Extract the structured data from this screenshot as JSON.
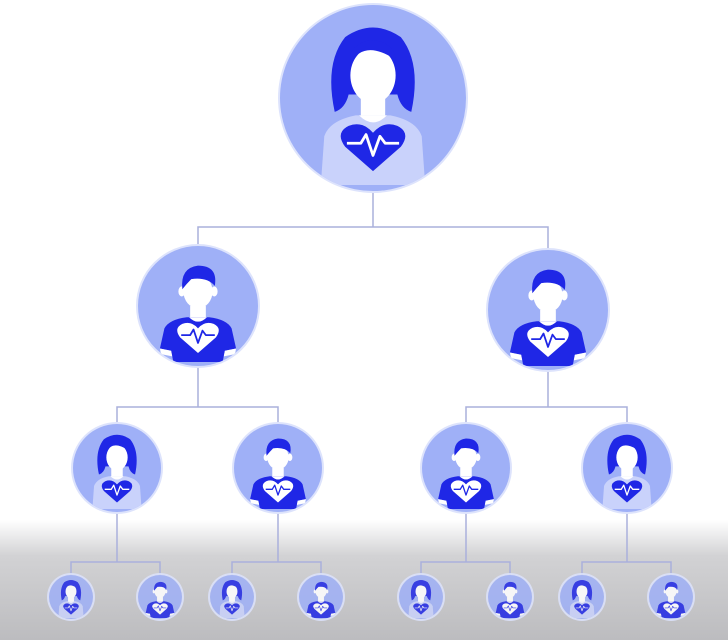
{
  "diagram": {
    "type": "family-tree",
    "levels": [
      {
        "level": 1,
        "nodes": [
          {
            "id": "g0",
            "figure": "woman"
          }
        ]
      },
      {
        "level": 2,
        "nodes": [
          {
            "id": "p1",
            "figure": "man"
          },
          {
            "id": "p2",
            "figure": "man"
          }
        ]
      },
      {
        "level": 3,
        "nodes": [
          {
            "id": "c1",
            "figure": "woman"
          },
          {
            "id": "c2",
            "figure": "man"
          },
          {
            "id": "c3",
            "figure": "man"
          },
          {
            "id": "c4",
            "figure": "woman"
          }
        ]
      },
      {
        "level": 4,
        "nodes": [
          {
            "id": "d1",
            "figure": "woman"
          },
          {
            "id": "d2",
            "figure": "man"
          },
          {
            "id": "d3",
            "figure": "woman"
          },
          {
            "id": "d4",
            "figure": "man"
          },
          {
            "id": "d5",
            "figure": "woman"
          },
          {
            "id": "d6",
            "figure": "man"
          },
          {
            "id": "d7",
            "figure": "woman"
          },
          {
            "id": "d8",
            "figure": "man"
          }
        ]
      }
    ],
    "edges": [
      [
        "g0",
        "p1"
      ],
      [
        "g0",
        "p2"
      ],
      [
        "p1",
        "c1"
      ],
      [
        "p1",
        "c2"
      ],
      [
        "p2",
        "c3"
      ],
      [
        "p2",
        "c4"
      ],
      [
        "c1",
        "d1"
      ],
      [
        "c1",
        "d2"
      ],
      [
        "c2",
        "d3"
      ],
      [
        "c2",
        "d4"
      ],
      [
        "c3",
        "d5"
      ],
      [
        "c3",
        "d6"
      ],
      [
        "c4",
        "d7"
      ],
      [
        "c4",
        "d8"
      ]
    ],
    "icons": {
      "shirt_badge": "heart-pulse-icon"
    },
    "colors": {
      "circle_fill": "#9fb0f7",
      "circle_border": "#dde3fc",
      "figure_blue": "#1f27e6",
      "light_shirt": "#c9d2fb",
      "skin": "#ffffff",
      "connector": "#aab0dc"
    }
  }
}
